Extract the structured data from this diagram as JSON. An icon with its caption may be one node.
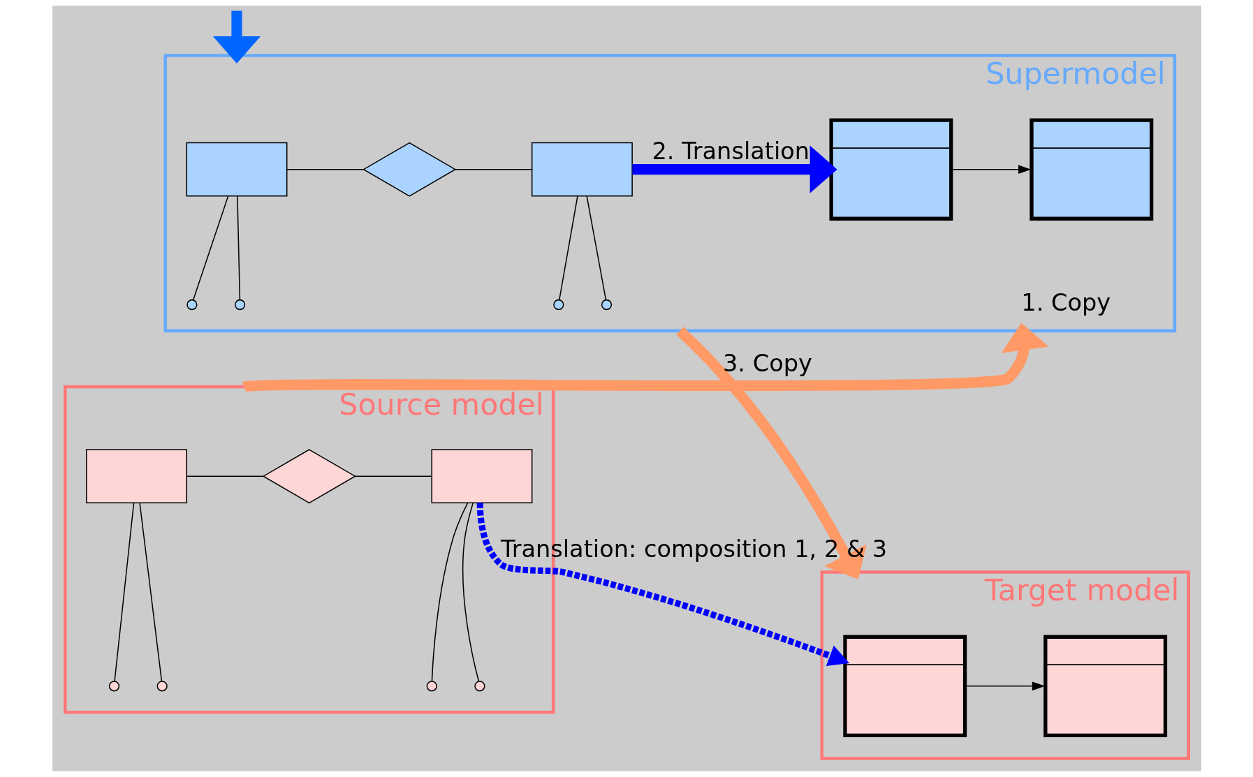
{
  "diagram": {
    "nodes": [
      {
        "text": [
          "Supermodel"
        ]
      },
      {
        "text": [],
        "shape": "box",
        "in": 0
      },
      {
        "text": [],
        "shape": "diamond",
        "in": 0
      },
      {
        "text": [],
        "shape": "box",
        "in": 0
      },
      {
        "text": [],
        "shape": "circle",
        "in": 0
      },
      {
        "text": [],
        "shape": "circle",
        "in": 0
      },
      {
        "text": [],
        "shape": "circle",
        "in": 0
      },
      {
        "text": [],
        "shape": "circle",
        "in": 0
      },
      {
        "text": [],
        "shape": "table",
        "in": 0
      },
      {
        "text": [],
        "shape": "table",
        "in": 0
      },
      {
        "text": [
          "Source model"
        ]
      },
      {
        "text": [],
        "shape": "box",
        "in": 10
      },
      {
        "text": [],
        "shape": "diamond",
        "in": 10
      },
      {
        "text": [],
        "shape": "box",
        "in": 10
      },
      {
        "text": [],
        "shape": "circle",
        "in": 10
      },
      {
        "text": [],
        "shape": "circle",
        "in": 10
      },
      {
        "text": [],
        "shape": "circle",
        "in": 10
      },
      {
        "text": [],
        "shape": "circle",
        "in": 10
      },
      {
        "text": [
          "Target model"
        ]
      },
      {
        "text": [],
        "shape": "table",
        "in": 18
      },
      {
        "text": [],
        "shape": "table",
        "in": 18
      }
    ],
    "edges": [
      {
        "from": null,
        "to": 0,
        "arrow": "to",
        "style": "thick",
        "color": "#0066ff"
      },
      {
        "from": 1,
        "to": 2,
        "arrow": "none"
      },
      {
        "from": 2,
        "to": 3,
        "arrow": "none"
      },
      {
        "from": 1,
        "to": 4,
        "arrow": "none"
      },
      {
        "from": 1,
        "to": 5,
        "arrow": "none"
      },
      {
        "from": 3,
        "to": 6,
        "arrow": "none"
      },
      {
        "from": 3,
        "to": 7,
        "arrow": "none"
      },
      {
        "from": 3,
        "to": 8,
        "arrow": "to",
        "label": "2. Translation",
        "style": "thick",
        "color": "#0000ff"
      },
      {
        "from": 8,
        "to": 9,
        "arrow": "to"
      },
      {
        "from": 10,
        "to": 0,
        "arrow": "to",
        "label": "1. Copy",
        "style": "thick",
        "color": "#ff9966"
      },
      {
        "from": 0,
        "to": 18,
        "arrow": "to",
        "label": "3. Copy",
        "style": "thick",
        "color": "#ff9966"
      },
      {
        "from": 11,
        "to": 12,
        "arrow": "none"
      },
      {
        "from": 12,
        "to": 13,
        "arrow": "none"
      },
      {
        "from": 11,
        "to": 14,
        "arrow": "none"
      },
      {
        "from": 11,
        "to": 15,
        "arrow": "none"
      },
      {
        "from": 13,
        "to": 16,
        "arrow": "none"
      },
      {
        "from": 13,
        "to": 17,
        "arrow": "none"
      },
      {
        "from": 13,
        "to": 19,
        "arrow": "to",
        "label": "Translation: composition 1, 2 & 3",
        "style": "dashed",
        "color": "#0000ff"
      },
      {
        "from": 19,
        "to": 20,
        "arrow": "to"
      }
    ]
  }
}
